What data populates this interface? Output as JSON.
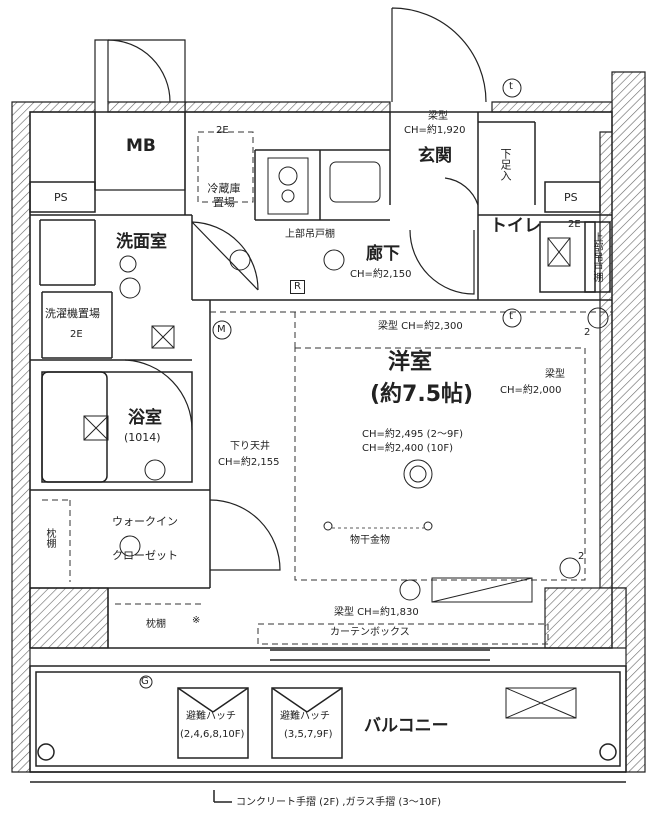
{
  "rooms": {
    "mb": "MB",
    "ps_left": "PS",
    "ps_right": "PS",
    "entrance": "玄関",
    "shoe_storage": "下足入",
    "toilet": "トイレ",
    "toilet_cabinet": "上部吊戸棚",
    "washroom": "洗面室",
    "laundry": "洗濯機置場",
    "fridge": "冷蔵庫置場",
    "corridor": "廊下",
    "bath": "浴室",
    "bath_size": "(1014)",
    "western_room": "洋室",
    "western_room_size": "(約7.5帖)",
    "walkin_line1": "ウォークイン",
    "walkin_line2": "クローゼット",
    "balcony": "バルコニー",
    "shelf_left": "枕棚",
    "shelf_bottom": "枕棚"
  },
  "labels": {
    "beam_entrance_1": "梁型",
    "beam_entrance_2": "CH=約1,920",
    "upper_cabinet": "上部吊戸棚",
    "corridor_ch": "CH=約2,150",
    "beam_2300": "梁型 CH=約2,300",
    "beam_right_1": "梁型",
    "beam_right_2": "CH=約2,000",
    "room_ch_1": "CH=約2,495 (2〜9F)",
    "room_ch_2": "CH=約2,400 (10F)",
    "lowered_ceiling_1": "下り天井",
    "lowered_ceiling_2": "CH=約2,155",
    "drying_hardware": "物干金物",
    "beam_1830": "梁型 CH=約1,830",
    "curtain_box": "カーテンボックス",
    "hatch1_1": "避難ハッチ",
    "hatch1_2": "(2,4,6,8,10F)",
    "hatch2_1": "避難ハッチ",
    "hatch2_2": "(3,5,7,9F)",
    "railing": "コンクリート手摺 (2F) ,ガラス手摺 (3〜10F)",
    "symbol_t": "t",
    "symbol_t2": "t",
    "symbol_r": "R",
    "symbol_m": "M",
    "symbol_g": "G",
    "symbol_2e_1": "2E",
    "symbol_2e_2": "2E",
    "symbol_2e_3": "2E",
    "symbol_2_1": "2",
    "symbol_2_2": "2",
    "symbol_star": "※"
  },
  "colors": {
    "wall_hatch": "#555555",
    "line": "#222222"
  }
}
